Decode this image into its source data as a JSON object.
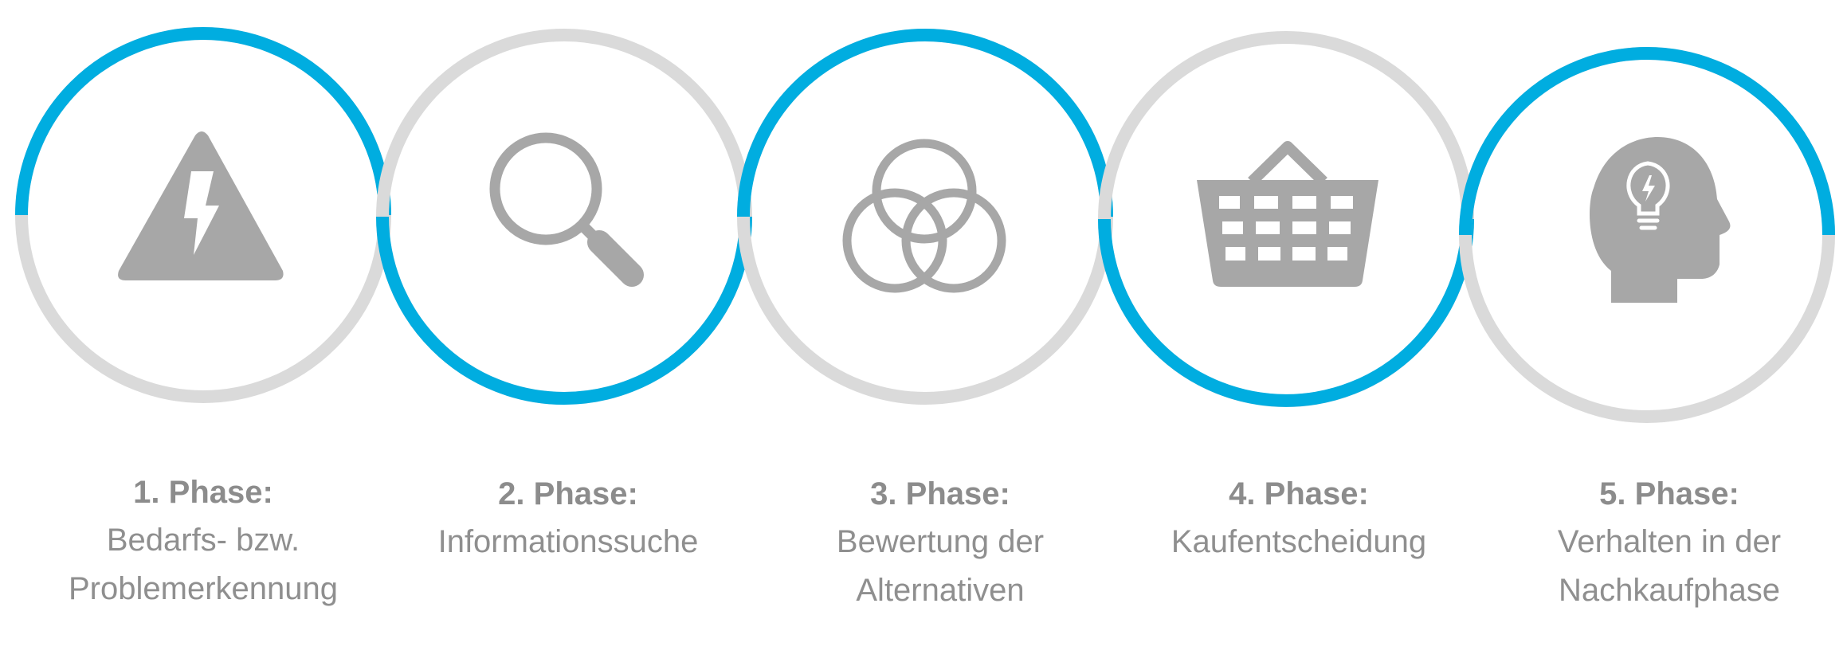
{
  "colors": {
    "accent": "#00ade0",
    "ring": "#dadada",
    "icon": "#a7a7a7",
    "text": "#8a8a8a"
  },
  "phases": [
    {
      "title": "1. Phase:",
      "lines": [
        "Bedarfs- bzw.",
        "Problemerkennung"
      ],
      "icon": "warning-triangle-lightning-icon"
    },
    {
      "title": "2. Phase:",
      "lines": [
        "Informationssuche"
      ],
      "icon": "magnifying-glass-icon"
    },
    {
      "title": "3. Phase:",
      "lines": [
        "Bewertung der",
        "Alternativen"
      ],
      "icon": "venn-circles-icon"
    },
    {
      "title": "4. Phase:",
      "lines": [
        "Kaufentscheidung"
      ],
      "icon": "shopping-basket-icon"
    },
    {
      "title": "5. Phase:",
      "lines": [
        "Verhalten in der",
        "Nachkaufphase"
      ],
      "icon": "head-lightbulb-icon"
    }
  ]
}
